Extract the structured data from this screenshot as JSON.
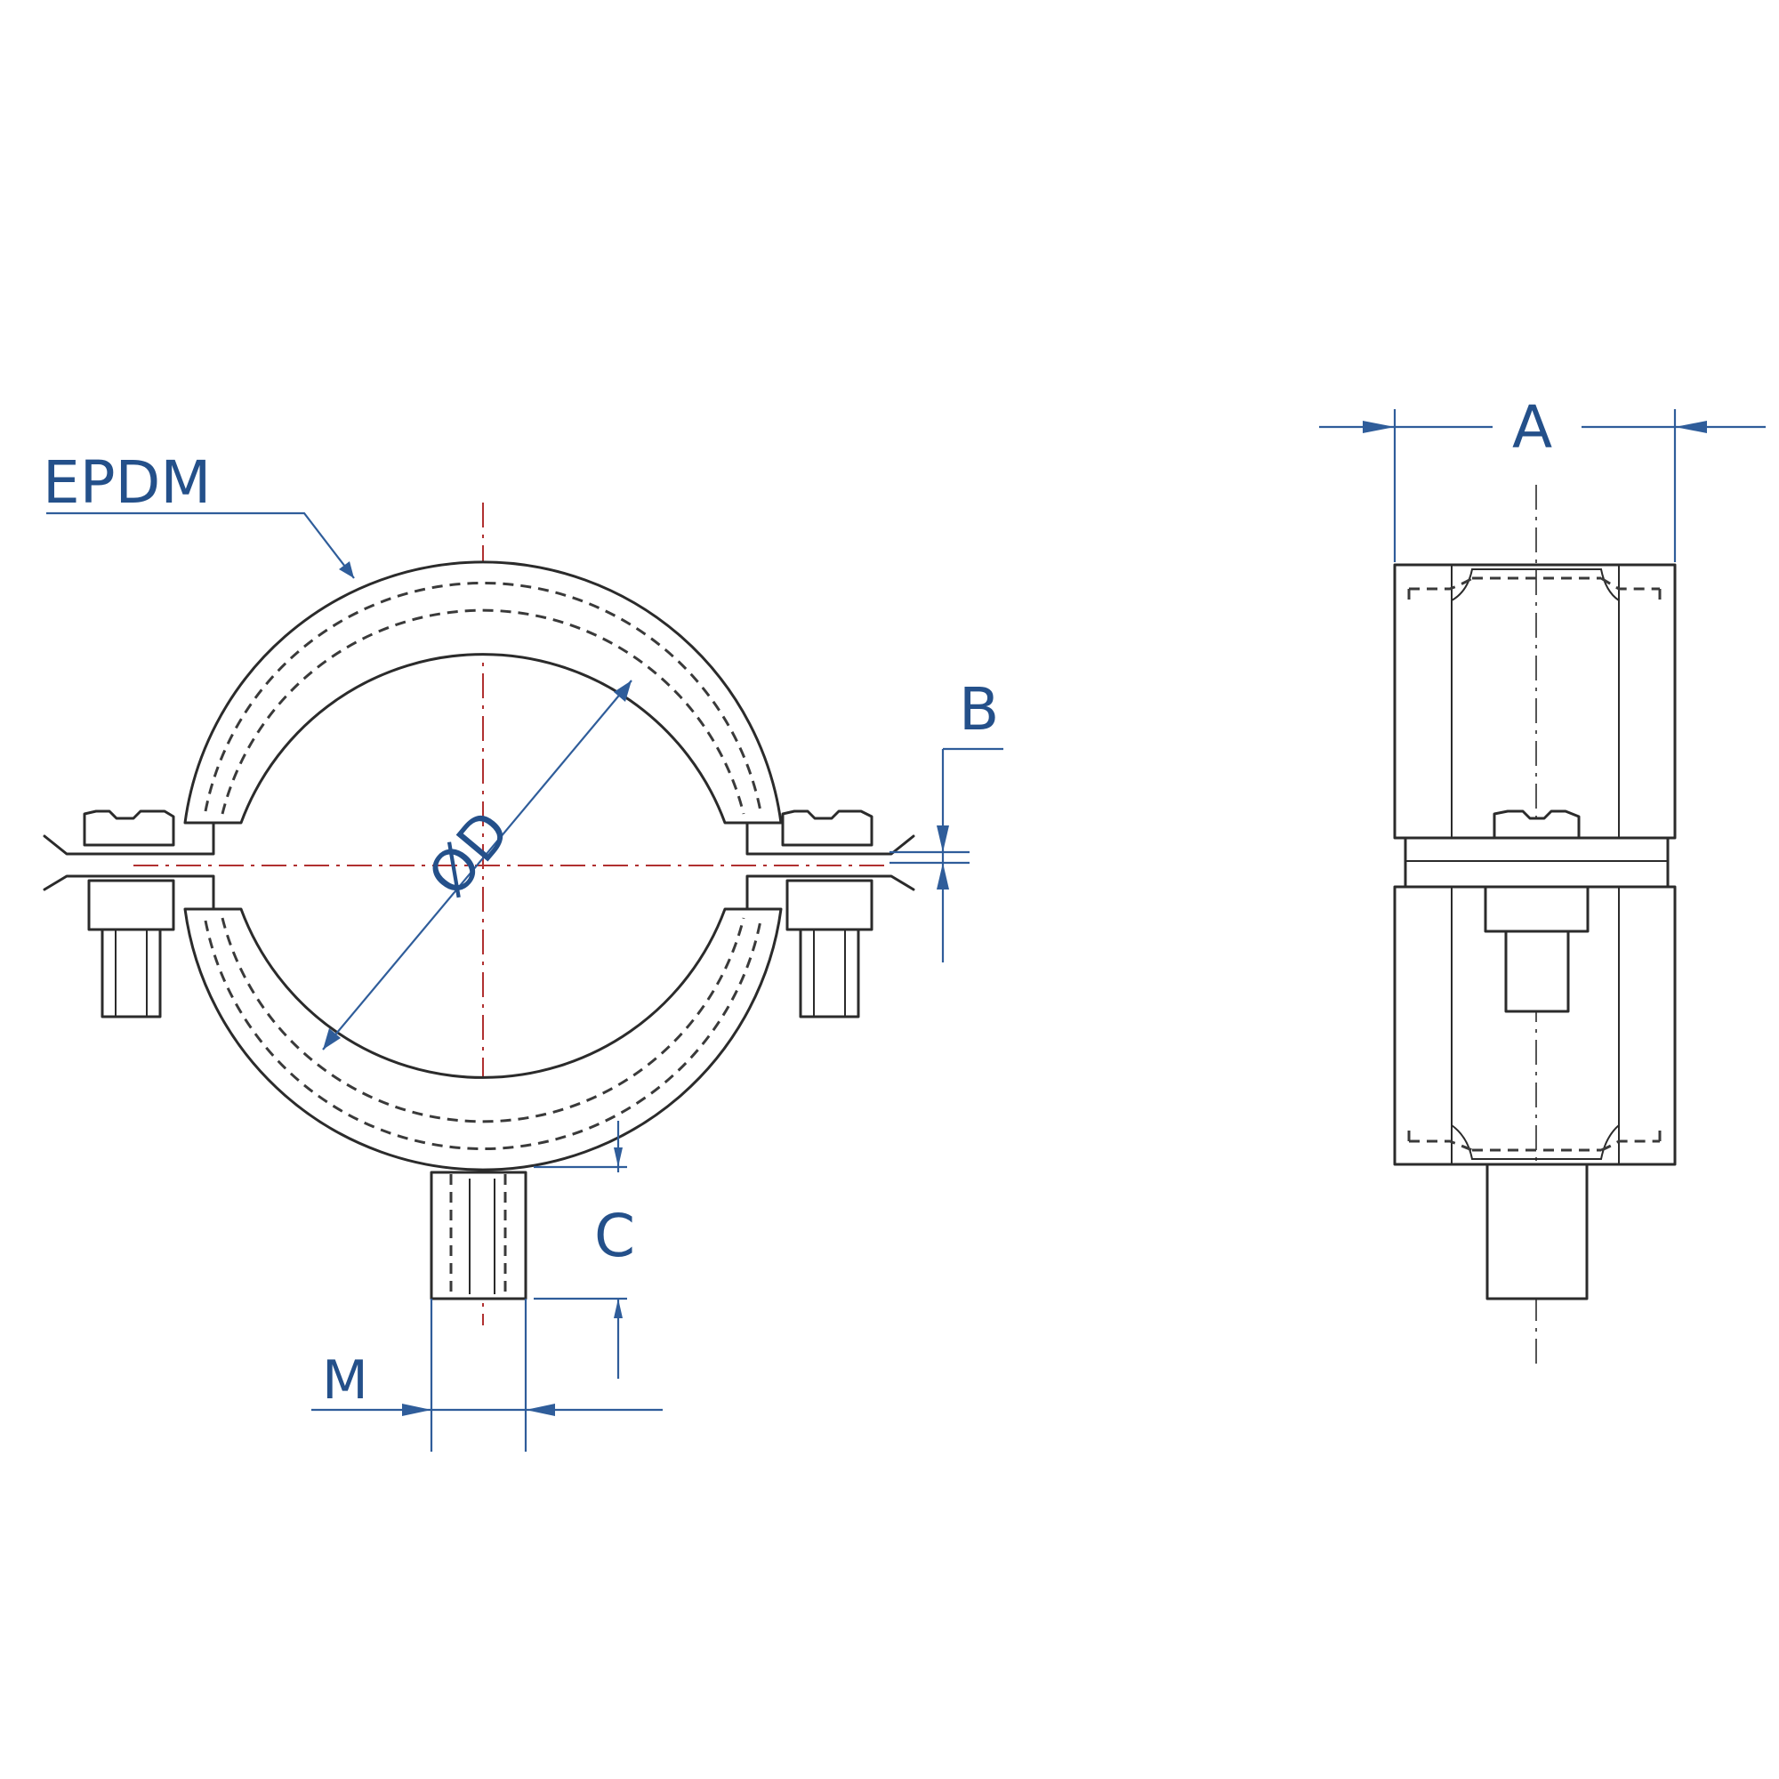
{
  "labels": {
    "material": "EPDM",
    "diameter": "ØD",
    "width": "A",
    "band_thickness": "B",
    "height": "C",
    "thread": "M"
  },
  "colors": {
    "ink": "#2b2b2b",
    "dimension": "#2f5d9a",
    "label": "#24508a",
    "centerline": "#b03030"
  }
}
